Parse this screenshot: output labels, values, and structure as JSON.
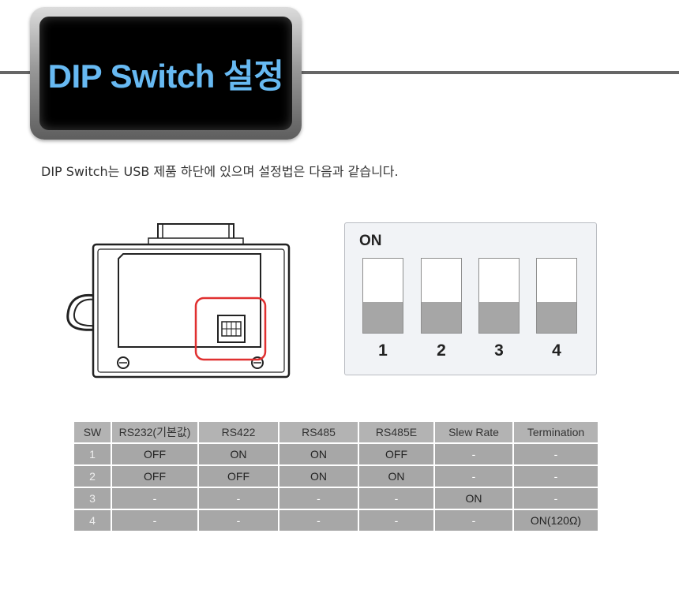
{
  "header": {
    "title": "DIP Switch 설정"
  },
  "description": "DIP Switch는 USB 제품 하단에 있으며 설정법은 다음과 같습니다.",
  "dip_panel": {
    "on_label": "ON",
    "switches": [
      {
        "number": "1",
        "state": "OFF"
      },
      {
        "number": "2",
        "state": "OFF"
      },
      {
        "number": "3",
        "state": "OFF"
      },
      {
        "number": "4",
        "state": "OFF"
      }
    ]
  },
  "table": {
    "headers": [
      "SW",
      "RS232(기본값)",
      "RS422",
      "RS485",
      "RS485E",
      "Slew Rate",
      "Termination"
    ],
    "rows": [
      [
        "1",
        "OFF",
        "ON",
        "ON",
        "OFF",
        "-",
        "-"
      ],
      [
        "2",
        "OFF",
        "OFF",
        "ON",
        "ON",
        "-",
        "-"
      ],
      [
        "3",
        "-",
        "-",
        "-",
        "-",
        "ON",
        "-"
      ],
      [
        "4",
        "-",
        "-",
        "-",
        "-",
        "-",
        "ON(120Ω)"
      ]
    ]
  },
  "colors": {
    "title": "#67b9f2",
    "highlight": "#e03030",
    "table_cell": "#a7a7a7"
  }
}
